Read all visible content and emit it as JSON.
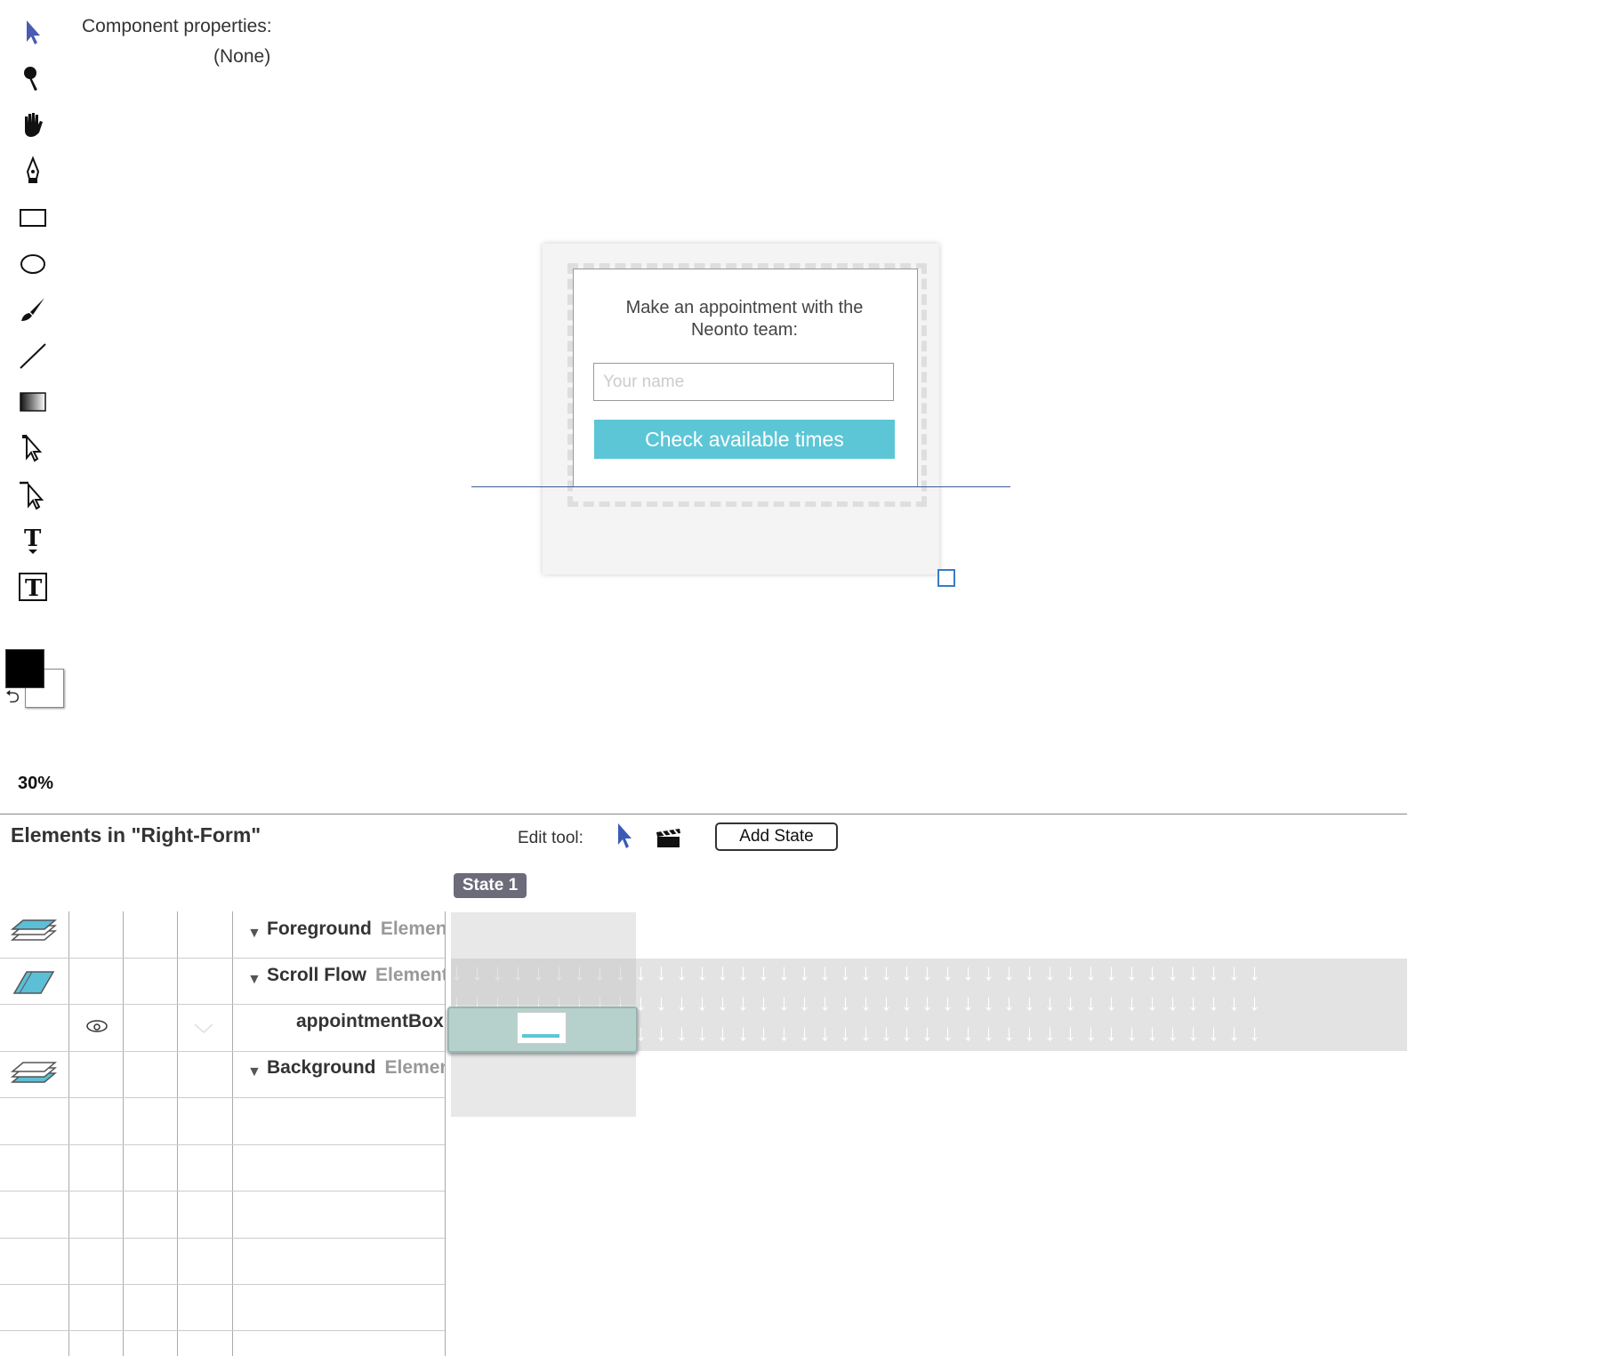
{
  "properties": {
    "label": "Component properties:",
    "value": "(None)"
  },
  "toolbar": {
    "tools": [
      "select-arrow-icon",
      "pin-icon",
      "hand-icon",
      "pen-icon",
      "rectangle-icon",
      "ellipse-icon",
      "brush-icon",
      "line-icon",
      "gradient-icon",
      "direct-select-icon",
      "path-select-icon",
      "text-tool-icon",
      "text-box-icon"
    ],
    "zoom": "30%"
  },
  "canvas": {
    "card_title": "Make an appointment with the Neonto team:",
    "input_placeholder": "Your name",
    "button_label": "Check available times",
    "accent_color": "#5cc6d6"
  },
  "panel": {
    "title": "Elements in \"Right-Form\"",
    "edit_tool_label": "Edit tool:",
    "add_state_label": "Add State",
    "state_tab": "State 1",
    "rows": [
      {
        "name": "Foreground",
        "sub": "Elements"
      },
      {
        "name": "Scroll Flow",
        "sub": "Elements"
      },
      {
        "name": "appointmentBox",
        "sub": ""
      },
      {
        "name": "Background",
        "sub": "Elements"
      }
    ]
  }
}
